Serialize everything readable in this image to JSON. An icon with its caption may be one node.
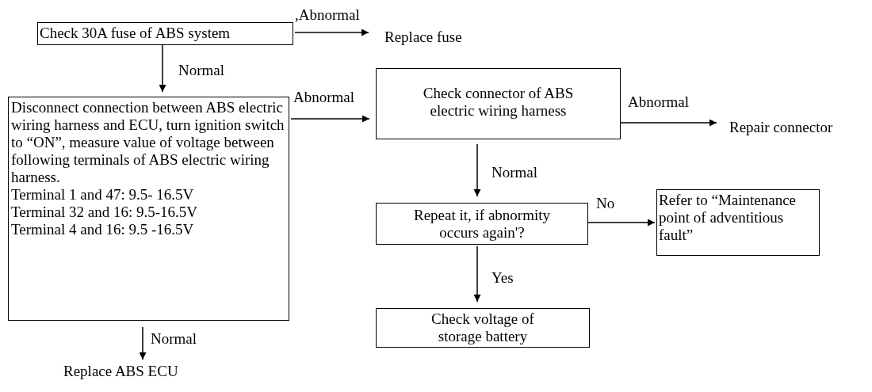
{
  "diagram": {
    "nodes": [
      {
        "text": [
          "Check 30A fuse of ABS system"
        ]
      },
      {
        "text": [
          "Replace fuse"
        ]
      },
      {
        "text": [
          "Disconnect connection between ABS electric wiring harness and ECU, turn ignition switch to “ON”, measure value of voltage between following terminals of ABS electric wiring harness.",
          "Terminal 1 and 47: 9.5- 16.5V",
          "Terminal 32 and 16: 9.5-16.5V",
          "Terminal 4 and 16: 9.5 -16.5V"
        ]
      },
      {
        "text": [
          "Check connector of ABS electric wiring harness"
        ]
      },
      {
        "text": [
          "Repair connector"
        ]
      },
      {
        "text": [
          "Repeat it, if abnormity occurs again'?"
        ]
      },
      {
        "text": [
          "Refer to “Maintenance point of adventitious fault”"
        ]
      },
      {
        "text": [
          "Check voltage of storage battery"
        ]
      },
      {
        "text": [
          "Replace ABS ECU"
        ]
      }
    ],
    "edges": [
      {
        "from": 0,
        "to": 1,
        "arrow": "to",
        "label": ",Abnormal"
      },
      {
        "from": 0,
        "to": 2,
        "arrow": "to",
        "label": "Normal"
      },
      {
        "from": 2,
        "to": 3,
        "arrow": "to",
        "label": "Abnormal"
      },
      {
        "from": 3,
        "to": 4,
        "arrow": "to",
        "label": "Abnormal"
      },
      {
        "from": 3,
        "to": 5,
        "arrow": "to",
        "label": "Normal"
      },
      {
        "from": 5,
        "to": 6,
        "arrow": "to",
        "label": "No"
      },
      {
        "from": 5,
        "to": 7,
        "arrow": "to",
        "label": "Yes"
      },
      {
        "from": 2,
        "to": 8,
        "arrow": "to",
        "label": "Normal"
      }
    ]
  }
}
